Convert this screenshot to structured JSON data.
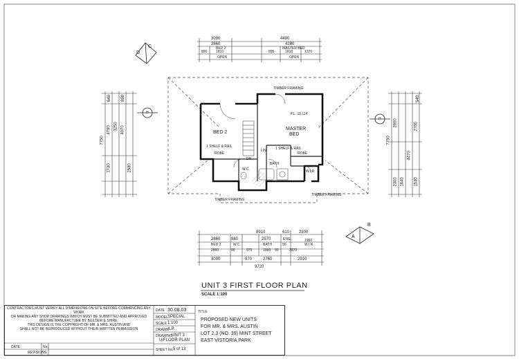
{
  "plan": {
    "title": "UNIT 3 FIRST FLOOR PLAN",
    "scale": "SCALE 1:100",
    "section_markers": [
      "D",
      "C",
      "A",
      "B",
      "H",
      "H"
    ],
    "rooms": {
      "bed2": "BED 2",
      "master_bed_1": "MASTER",
      "master_bed_2": "BED",
      "wc": "W.C.",
      "bath": "BATH",
      "wir": "W.I.R.",
      "lin": "LIN",
      "dn": "DN"
    },
    "notes": {
      "timber_framing_top": "TIMBER FRAMING",
      "timber_framing_bottom_left": "TIMBER FRAMING",
      "timber_framing_bottom_right": "TIMBER FRAMING",
      "fl_level": "F.L. 18.114",
      "robe": "ROBE",
      "shelf_rail_1": "1 SHELF & RAIL",
      "shelf_rail_2": "1 SHELF & RAIL",
      "robe2": "ROBE"
    },
    "dims_top": {
      "r1": [
        "3090",
        "4490"
      ],
      "r2": [
        "2860",
        "4280"
      ],
      "r3": [
        "BED 2",
        "MASTER BED"
      ],
      "r3b": [
        "890",
        "1810",
        "895",
        "1810",
        "1370"
      ],
      "r4": [
        "OPEN",
        "OPEN"
      ]
    },
    "dims_left": [
      "7750",
      "4790",
      "3250",
      "1730",
      "640",
      "4070",
      "850",
      "2530"
    ],
    "dims_right": [
      "7750",
      "4470",
      "2900",
      "2700",
      "1640",
      "2300",
      "540",
      "1530"
    ],
    "dims_bottom": {
      "total1": "8910",
      "r1": [
        "2860",
        "880",
        "2570",
        "610",
        "2200"
      ],
      "r2": [
        "BED 2",
        "W.C.",
        "BATH",
        "ENS.",
        "W.I.R."
      ],
      "r3": [
        "2860",
        "90",
        "970",
        "1960",
        "90",
        "1950",
        "90",
        "3870"
      ],
      "r4": [
        "3090",
        "970",
        "2750",
        "2910"
      ],
      "total2": "9720"
    }
  },
  "title_block": {
    "disclaimer": [
      "CONTRACTORS MUST VERIFY ALL DIMENSIONS ON SITE BEFORE COMMENCING ANY WORK",
      "OR MAKING ANY SHOP DRAWINGS WHICH MUST BE SUBMITTED AND APPROVED",
      "BEFORE MANUFACTURE BY BUILDER & SHIRE.",
      "THIS DESIGN IS THE COPYRIGHT OF MR. & MRS. AUSTIN AND",
      "SHALL NOT BE REPRODUCED WITHOUT THEIR WRITTEN PERMISSION"
    ],
    "date_label": "DATE",
    "no_label": "No.",
    "revisions_label": "REVISIONS",
    "date_field_label": "DATE",
    "date_value": "30.08.03",
    "model_label": "MODEL",
    "model_value": "SPECIAL",
    "scale_label": "SCALE",
    "scale_value": "1:100",
    "drawn_label": "DRAWN",
    "drawn_value": "A.P.",
    "drawing_label": "DRAWING",
    "drawing_value_1": "UNIT 3",
    "drawing_value_2": "U/FLOOR PLAN",
    "sheet_label": "SHEET No.",
    "sheet_value": "5 of 13",
    "title_label": "TITLE",
    "project_lines": [
      "PROPOSED NEW UNITS",
      "FOR MR. & MRS. AUSTIN",
      "LOT 2,3 (NO. 39) MINT STREET",
      "EAST VISTORIA PARK"
    ]
  }
}
